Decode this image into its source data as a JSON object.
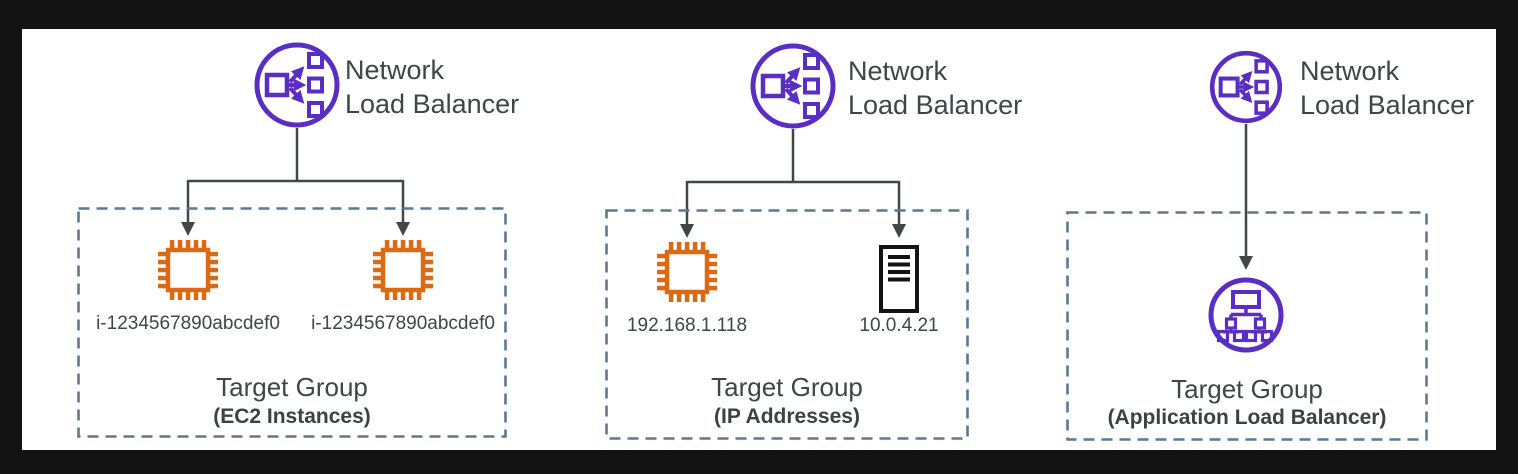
{
  "title": "Network Load Balancer target group types diagram",
  "colors": {
    "frame_background": "#131313",
    "canvas_background": "#ffffff",
    "nlb_purple": "#5A2EC4",
    "ec2_orange": "#DC6A14",
    "server_black": "#141414",
    "text_gray": "#404646",
    "connector_gray": "#414747",
    "target_group_border": "#5C7894"
  },
  "icons": {
    "network_load_balancer": "network-load-balancer-icon",
    "ec2_instance": "ec2-instance-icon",
    "server": "server-icon",
    "application_load_balancer": "application-load-balancer-icon"
  },
  "diagrams": [
    {
      "id": "ec2-instances",
      "load_balancer": {
        "line1": "Network",
        "line2": "Load Balancer"
      },
      "target_group": {
        "title": "Target Group",
        "subtitle": "(EC2 Instances)"
      },
      "targets": [
        {
          "icon": "ec2-instance-icon",
          "label": "i-1234567890abcdef0"
        },
        {
          "icon": "ec2-instance-icon",
          "label": "i-1234567890abcdef0"
        }
      ]
    },
    {
      "id": "ip-addresses",
      "load_balancer": {
        "line1": "Network",
        "line2": "Load Balancer"
      },
      "target_group": {
        "title": "Target Group",
        "subtitle": "(IP Addresses)"
      },
      "targets": [
        {
          "icon": "ec2-instance-icon",
          "label": "192.168.1.118"
        },
        {
          "icon": "server-icon",
          "label": "10.0.4.21"
        }
      ]
    },
    {
      "id": "application-load-balancer",
      "load_balancer": {
        "line1": "Network",
        "line2": "Load Balancer"
      },
      "target_group": {
        "title": "Target Group",
        "subtitle": "(Application Load Balancer)"
      },
      "targets": [
        {
          "icon": "application-load-balancer-icon",
          "label": ""
        }
      ]
    }
  ]
}
